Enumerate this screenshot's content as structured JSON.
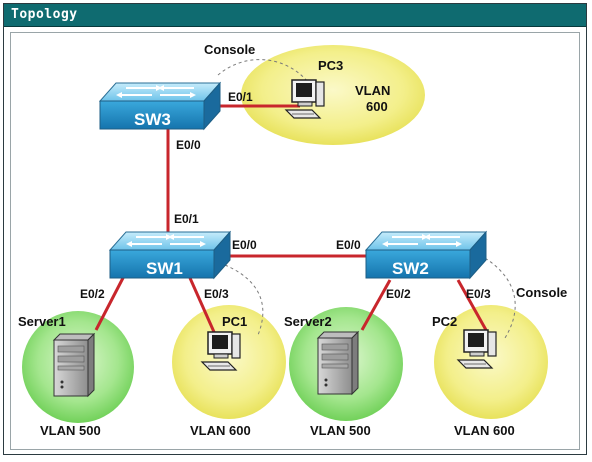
{
  "title": "Topology",
  "colors": {
    "title_bg": "#0f6b70",
    "link": "#c8262c",
    "switch_front": "#1f8fc8",
    "switch_top": "#8ed3f0",
    "vlan500_zone": "#7fd96b",
    "vlan600_zone": "#f3ef8a"
  },
  "devices": {
    "sw3": {
      "name": "SW3",
      "icon": "switch-icon"
    },
    "sw1": {
      "name": "SW1",
      "icon": "switch-icon"
    },
    "sw2": {
      "name": "SW2",
      "icon": "switch-icon"
    },
    "pc3": {
      "name": "PC3",
      "vlan": "VLAN",
      "vlan_num": "600",
      "icon": "pc-icon"
    },
    "pc1": {
      "name": "PC1",
      "vlan": "VLAN 600",
      "icon": "pc-icon"
    },
    "pc2": {
      "name": "PC2",
      "vlan": "VLAN 600",
      "icon": "pc-icon"
    },
    "server1": {
      "name": "Server1",
      "vlan": "VLAN 500",
      "icon": "server-icon"
    },
    "server2": {
      "name": "Server2",
      "vlan": "VLAN 500",
      "icon": "server-icon"
    }
  },
  "ports": {
    "sw3_pc3": "E0/1",
    "sw3_sw1": "E0/0",
    "sw1_sw3": "E0/1",
    "sw1_sw2": "E0/0",
    "sw2_sw1": "E0/0",
    "sw1_server1": "E0/2",
    "sw1_pc1": "E0/3",
    "sw2_server2": "E0/2",
    "sw2_pc2": "E0/3"
  },
  "console": {
    "top": "Console",
    "right": "Console"
  }
}
